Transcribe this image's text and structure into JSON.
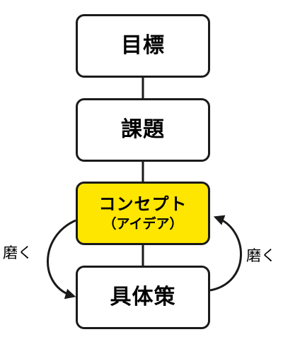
{
  "colors": {
    "box_fill": "#ffffff",
    "concept_fill": "#ffe600",
    "outline": "#1a1a1a"
  },
  "diagram": {
    "boxes": {
      "goal": {
        "label": "目標"
      },
      "issue": {
        "label": "課題"
      },
      "concept": {
        "label": "コンセプト",
        "sub_label": "（アイデア）"
      },
      "measure": {
        "label": "具体策"
      }
    },
    "loop_labels": {
      "left": "磨く",
      "right": "磨く"
    }
  }
}
